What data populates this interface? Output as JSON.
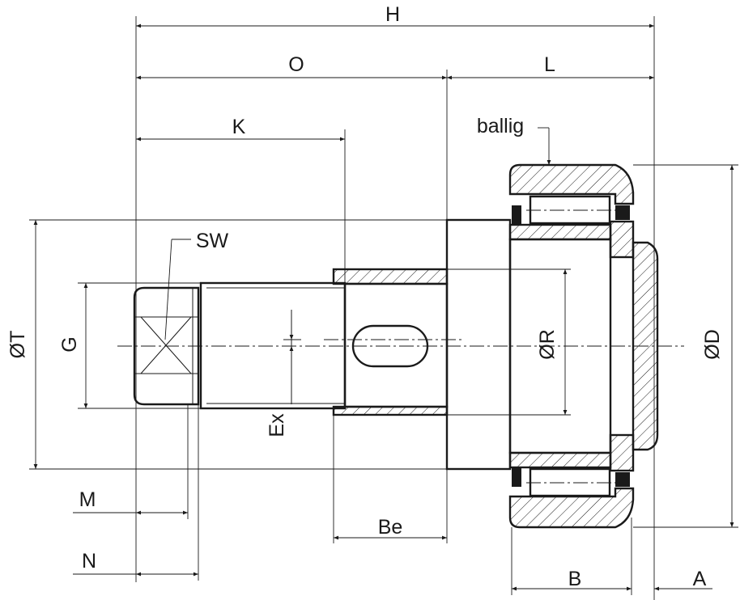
{
  "labels": {
    "H": "H",
    "O": "O",
    "L": "L",
    "K": "K",
    "ballig": "ballig",
    "SW": "SW",
    "T": "ØT",
    "G": "G",
    "Ex": "Ex",
    "R": "ØR",
    "D": "ØD",
    "M": "M",
    "N": "N",
    "Be": "Be",
    "B": "B",
    "A": "A"
  }
}
